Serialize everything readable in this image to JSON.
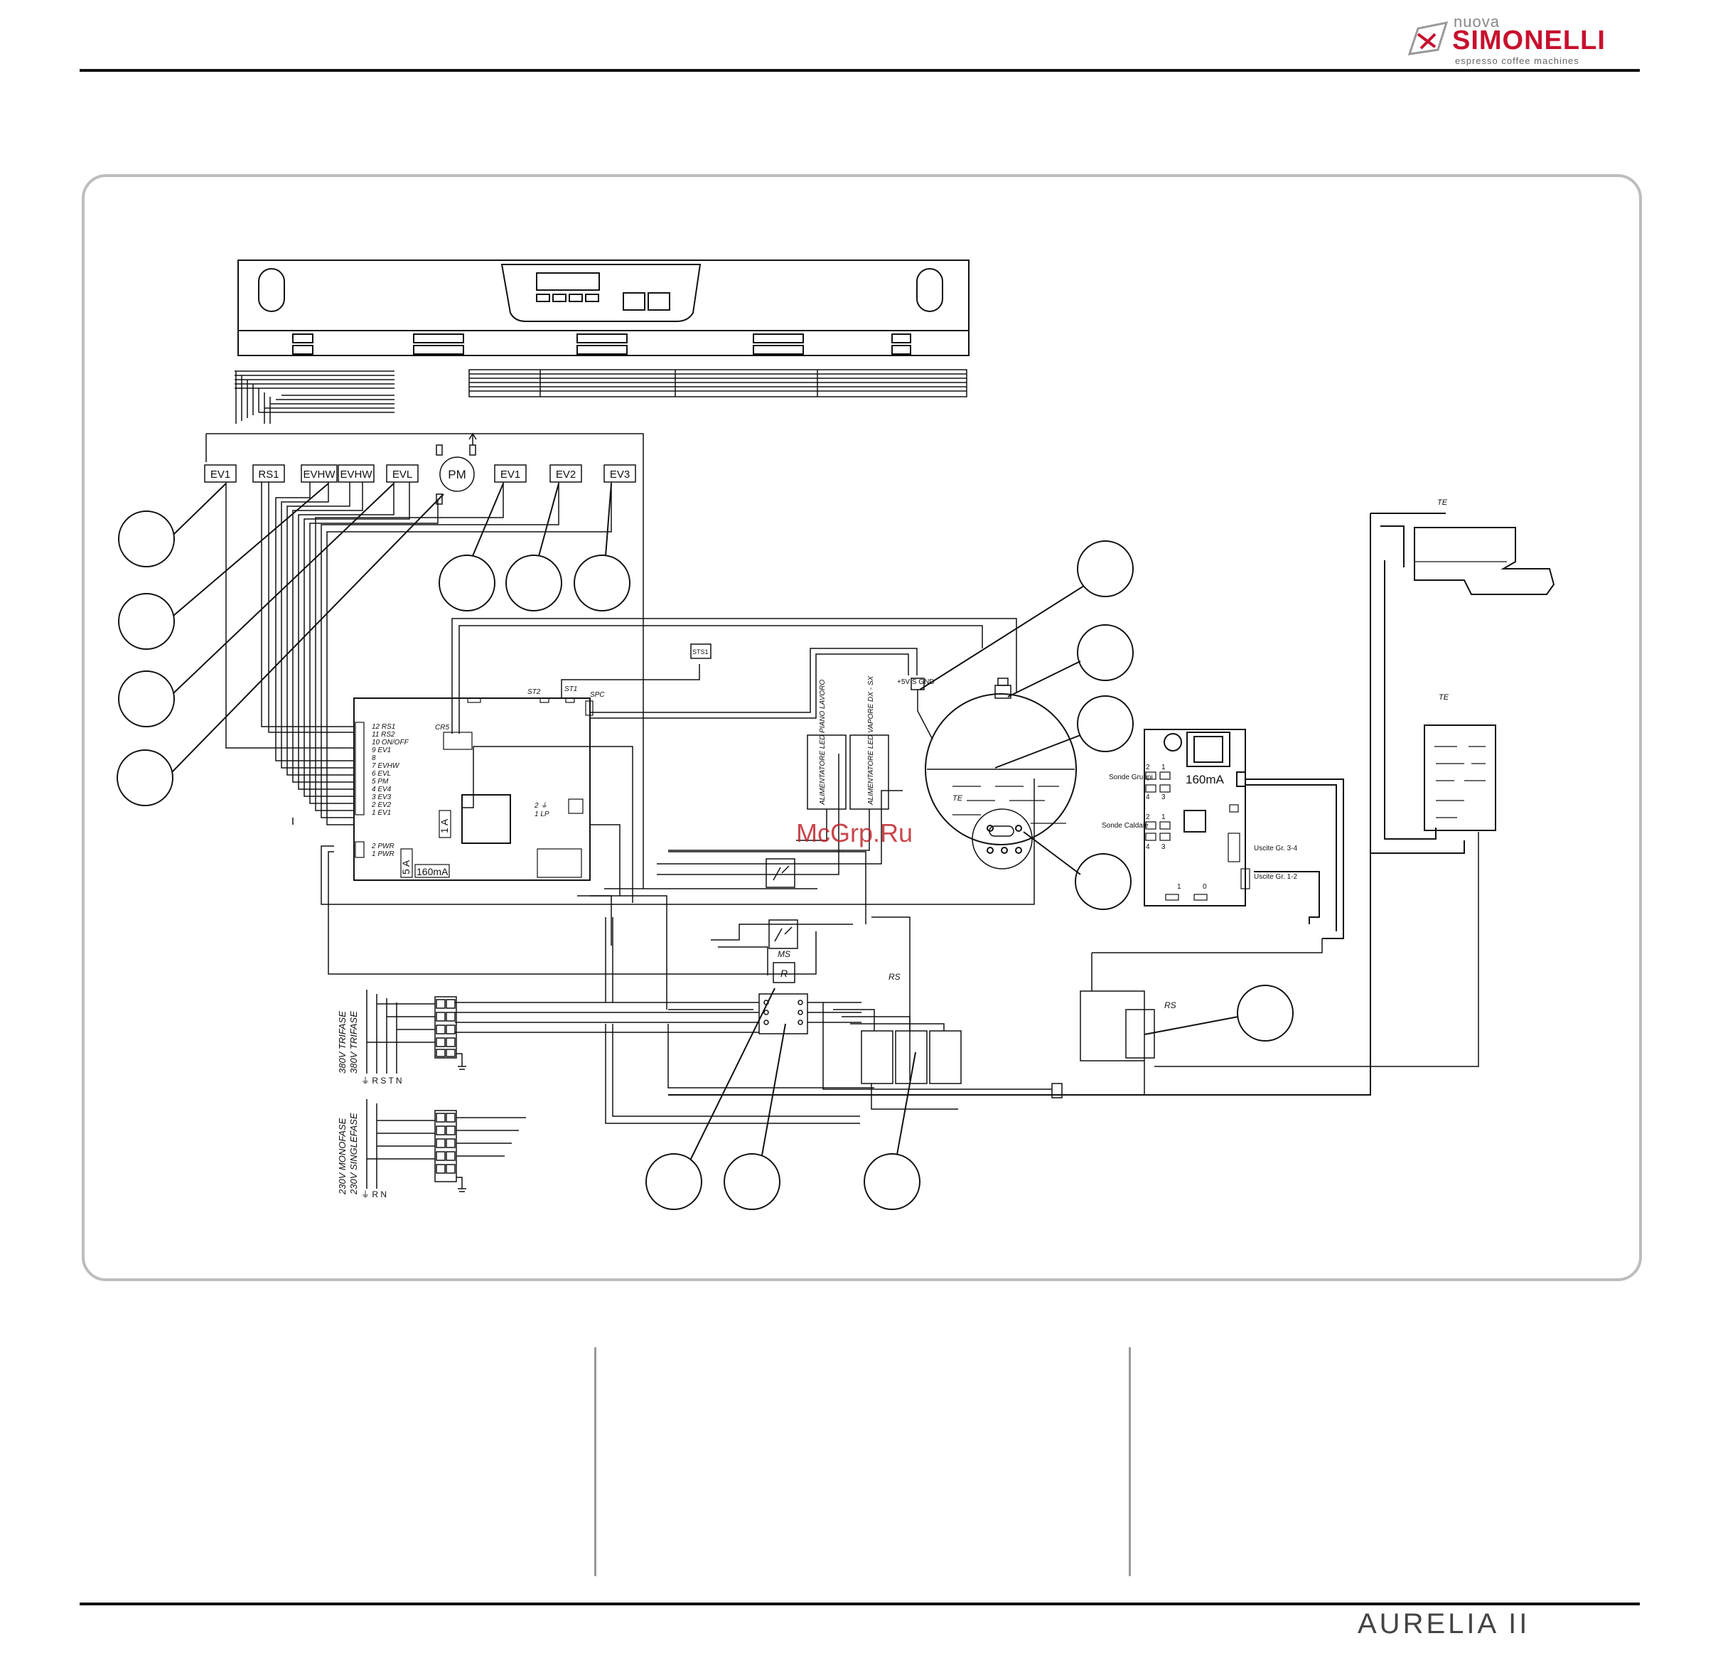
{
  "header": {
    "brand_small": "nuova",
    "brand_name": "SIMONELLI",
    "brand_tagline": "espresso coffee machines"
  },
  "footer": {
    "product_logo": "AURELIA II"
  },
  "diagram": {
    "valve_labels": [
      "EV1",
      "RS1",
      "EVHW",
      "EVHW",
      "EVL",
      "EV1",
      "EV2",
      "EV3"
    ],
    "pump_label": "PM",
    "sts_label": "STS1",
    "board_top_labels": {
      "st2": "ST2",
      "st1": "ST1",
      "spc": "SPC"
    },
    "board_pins": [
      "12 RS1",
      "11 RS2",
      "10 ON/OFF",
      "9 EV1",
      "8",
      "7 EVHW",
      "6 EVL",
      "5 PM",
      "4 EV4",
      "3 EV3",
      "2 EV2",
      "1 EV1"
    ],
    "board_pwr_pins": [
      "2 PWR",
      "1 PWR"
    ],
    "board_cr5": "CR5",
    "board_lp": [
      "2 ⏚",
      "1 LP"
    ],
    "board_fuse_1a": "1 A",
    "board_fuse_5a": "5 A",
    "board_fuse_160": "160mA",
    "led_boxes": [
      "ALIMENTATORE LED PIANO LAVORO",
      "ALIMENTATORE LED VAPORE DX - SX"
    ],
    "boiler_probe": "+5V  S  GND",
    "te_label": "TE",
    "ms_label": "MS",
    "r_label": "R",
    "rs_label": "RS",
    "right_board": {
      "sonde_gruppi": "Sonde Gruppi",
      "sonde_caldaie": "Sonde Caldaie",
      "fuse": "160mA",
      "uscite_34": "Uscite Gr. 3-4",
      "uscite_12": "Uscite Gr. 1-2",
      "pin_row_top": [
        "2",
        "1",
        "4",
        "3"
      ],
      "pin_row_bottom": [
        "2",
        "1",
        "4",
        "3"
      ],
      "bottom_pins": [
        "1",
        "0"
      ]
    },
    "supply_380": [
      "380V TRIFASE",
      "380V TRIFASE"
    ],
    "phases_380": "⏚ R S T N",
    "supply_230": [
      "230V MONOFASE",
      "230V SINGLEFASE"
    ],
    "phases_230": "⏚ R N",
    "watermark": "McGrp.Ru"
  }
}
